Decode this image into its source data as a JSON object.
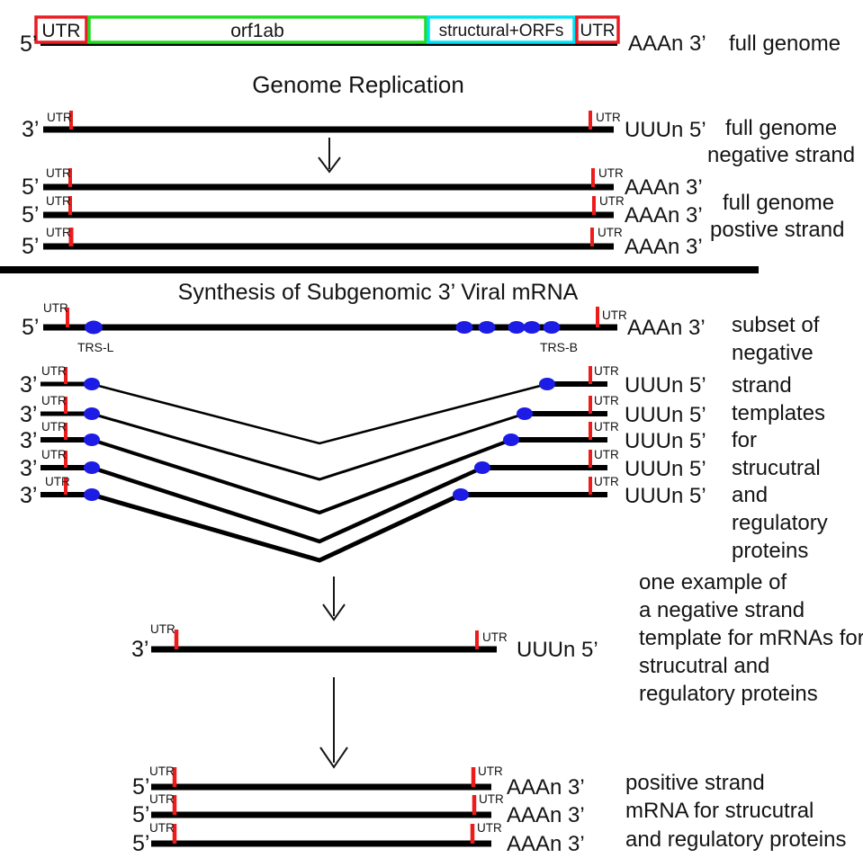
{
  "labels": {
    "five_prime": "5’",
    "three_prime": "3’",
    "poly_a": "AAAn 3’",
    "poly_u": "UUUn 5’",
    "utr": "UTR",
    "trs_l": "TRS-L",
    "trs_b": "TRS-B"
  },
  "colors": {
    "strand_black": "#000000",
    "utr_tick": "#ee1b1b",
    "utr_box": "#e81c22",
    "orf1ab_box": "#21dc21",
    "structural_box": "#00e2f5",
    "trs_dot": "#1c1ce4"
  },
  "full_genome": {
    "utr5_label": "UTR",
    "orf1ab_label": "orf1ab",
    "structural_label": "structural+ORFs",
    "utr3_label": "UTR",
    "caption": "full genome"
  },
  "replication": {
    "title": "Genome Replication",
    "negative_caption_line1": "full genome",
    "negative_caption_line2": "negative strand",
    "positive_caption_line1": "full genome",
    "positive_caption_line2": "postive strand"
  },
  "subgenomic": {
    "title": "Synthesis of Subgenomic 3’ Viral mRNA",
    "right_column": [
      "subset of",
      "negative",
      "strand",
      "templates",
      "for",
      "strucutral",
      "and",
      "regulatory",
      "proteins"
    ],
    "example_note": [
      "one example of",
      "a negative strand",
      "template for mRNAs for",
      "strucutral and",
      "regulatory proteins"
    ],
    "mrna_caption": [
      "positive strand",
      "mRNA for strucutral",
      "and regulatory proteins"
    ]
  }
}
